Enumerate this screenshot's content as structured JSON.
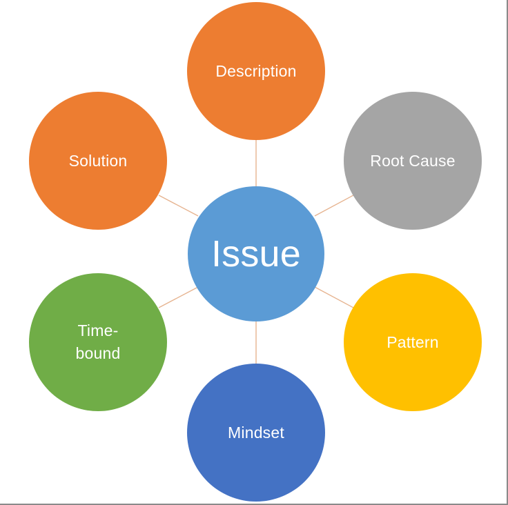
{
  "center": {
    "label": "Issue",
    "color": "#5b9bd5"
  },
  "nodes": [
    {
      "id": "description",
      "label": "Description",
      "color": "#ed7d31"
    },
    {
      "id": "rootcause",
      "label": "Root Cause",
      "color": "#a5a5a5"
    },
    {
      "id": "pattern",
      "label": "Pattern",
      "color": "#ffc000"
    },
    {
      "id": "mindset",
      "label": "Mindset",
      "color": "#4472c4"
    },
    {
      "id": "timebound",
      "label": "Time-\nbound",
      "color": "#70ad47"
    },
    {
      "id": "solution",
      "label": "Solution",
      "color": "#ed7d31"
    }
  ],
  "connector_color": "#e6b38f"
}
